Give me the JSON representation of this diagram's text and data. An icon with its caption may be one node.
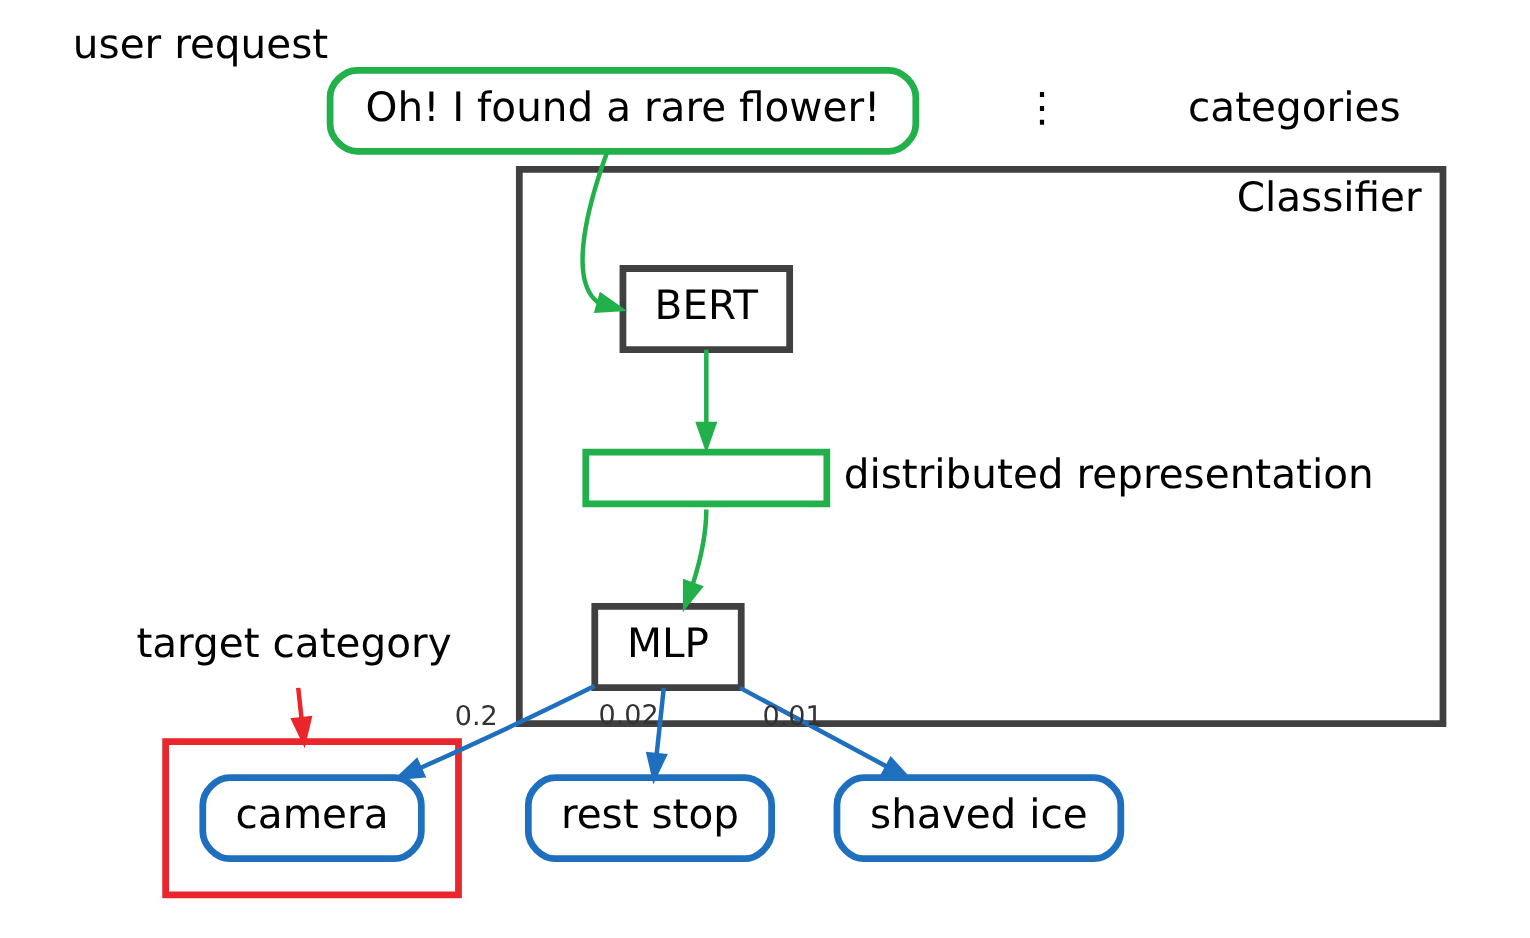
{
  "diagram": {
    "nodes": [
      {
        "text": [
          "Classifier"
        ]
      },
      {
        "text": [
          "Oh! I found a rare flower!"
        ],
        "beside": [
          "user request"
        ]
      },
      {
        "text": [
          "BERT"
        ],
        "in": 0
      },
      {
        "text": [],
        "shape": "bar",
        "beside": [
          "distributed representation"
        ],
        "in": 0
      },
      {
        "text": [
          "MLP"
        ],
        "in": 0
      },
      {
        "text": [],
        "shape": "box"
      },
      {
        "text": [
          "rest stop"
        ]
      },
      {
        "text": [
          "shaved ice"
        ]
      },
      {
        "text": [
          "camera"
        ],
        "in": 5
      },
      {
        "text": [
          "target category"
        ]
      }
    ],
    "edges": [
      {
        "from": 1,
        "to": 2,
        "arrow": "to",
        "color": "#22b04b"
      },
      {
        "from": 2,
        "to": 3,
        "arrow": "to",
        "color": "#22b04b"
      },
      {
        "from": 3,
        "to": 4,
        "arrow": "to",
        "color": "#22b04b"
      },
      {
        "from": 4,
        "to": 6,
        "arrow": "to",
        "label": "0.02",
        "color": "#1f6fbf"
      },
      {
        "from": 4,
        "to": 7,
        "arrow": "to",
        "label": "0.01",
        "color": "#1f6fbf"
      },
      {
        "from": 4,
        "to": 8,
        "arrow": "to",
        "label": "0.2",
        "color": "#1f6fbf"
      },
      {
        "from": 9,
        "to": 5,
        "arrow": "to",
        "color": "#e8262b"
      }
    ],
    "labels": [
      "⋮",
      "categories"
    ]
  }
}
